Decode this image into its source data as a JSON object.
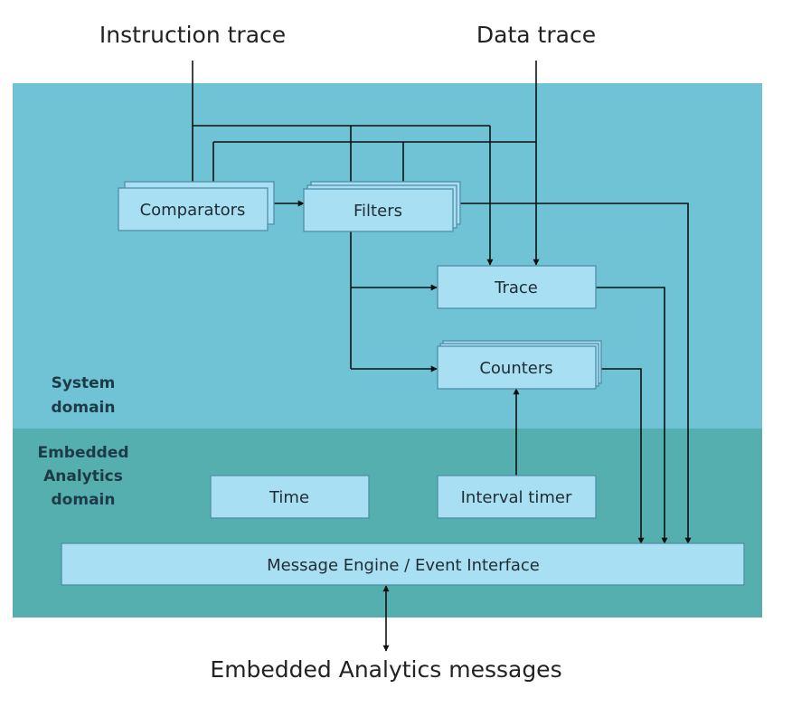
{
  "title_inputs": {
    "instruction_trace": "Instruction trace",
    "data_trace": "Data trace"
  },
  "domains": {
    "system": {
      "line1": "System",
      "line2": "domain",
      "color": "#6fc3d5"
    },
    "embedded": {
      "line1": "Embedded",
      "line2": "Analytics",
      "line3": "domain",
      "color": "#55afaf"
    }
  },
  "blocks": {
    "comparators": "Comparators",
    "filters": "Filters",
    "trace": "Trace",
    "counters": "Counters",
    "time": "Time",
    "interval_timer": "Interval timer",
    "message_engine": "Message Engine / Event Interface"
  },
  "output_label": "Embedded Analytics messages",
  "colors": {
    "box_fill": "#a8dff2",
    "box_stroke": "#4f8fa8",
    "arrow": "#111111"
  }
}
